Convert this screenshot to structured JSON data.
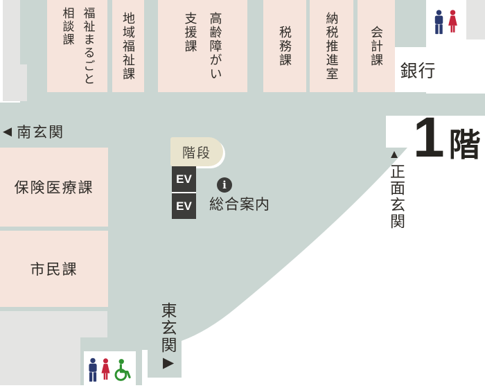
{
  "floor_map": {
    "floor_number": "1",
    "floor_suffix": "階",
    "departments_top": [
      {
        "name": "福祉まるごと\n相談課"
      },
      {
        "name": "地域福祉課"
      },
      {
        "name": "高齢障がい\n支援課"
      },
      {
        "name": "税務課"
      },
      {
        "name": "納税推進室"
      },
      {
        "name": "会計課"
      }
    ],
    "departments_left": [
      {
        "name": "保険医療課"
      },
      {
        "name": "市民課"
      }
    ],
    "facilities": {
      "bank": "銀行",
      "stairs": "階段",
      "elevator_1": "EV",
      "elevator_2": "EV",
      "information": "総合案内",
      "information_symbol": "i"
    },
    "entrances": {
      "south": {
        "arrow": "◀",
        "label": "南玄関"
      },
      "main": {
        "arrow": "▲",
        "label": "正面玄関"
      },
      "east": {
        "arrow": "▶",
        "label": "東玄関"
      }
    },
    "colors": {
      "floor_fill": "#cad6d2",
      "dept_fill": "#f6e4dc",
      "stairs_fill": "#e9e4ce",
      "elevator_fill": "#3c3c3a",
      "corridor_fill": "#e4e4e3",
      "ink": "#2e2b27",
      "male": "#2b3a70",
      "female": "#c5253c",
      "wheel": "#2f9331"
    }
  }
}
